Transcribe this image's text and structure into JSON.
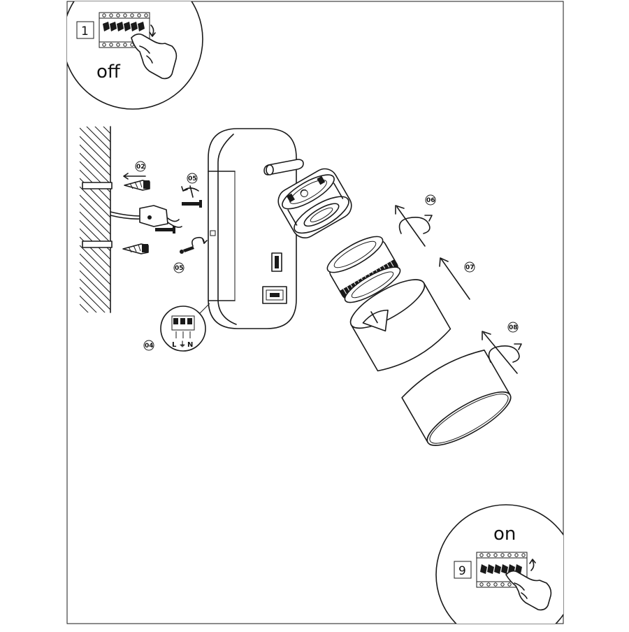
{
  "steps": {
    "start": {
      "number": "1",
      "label": "off"
    },
    "end": {
      "number": "9",
      "label": "on"
    }
  },
  "callouts": {
    "c02": "02",
    "c04": "04",
    "c05a": "05",
    "c05b": "05",
    "c06": "06",
    "c07": "07",
    "c08": "08"
  },
  "terminal_labels": {
    "line": "L",
    "ground": "⏚",
    "neutral": "N"
  },
  "icons": [
    "switch-off-hand-icon",
    "switch-on-hand-icon",
    "wall-hatch",
    "screw-icon",
    "wall-plug-icon",
    "terminal-block-icon",
    "rotate-arrow-icon",
    "straight-arrow-icon"
  ]
}
